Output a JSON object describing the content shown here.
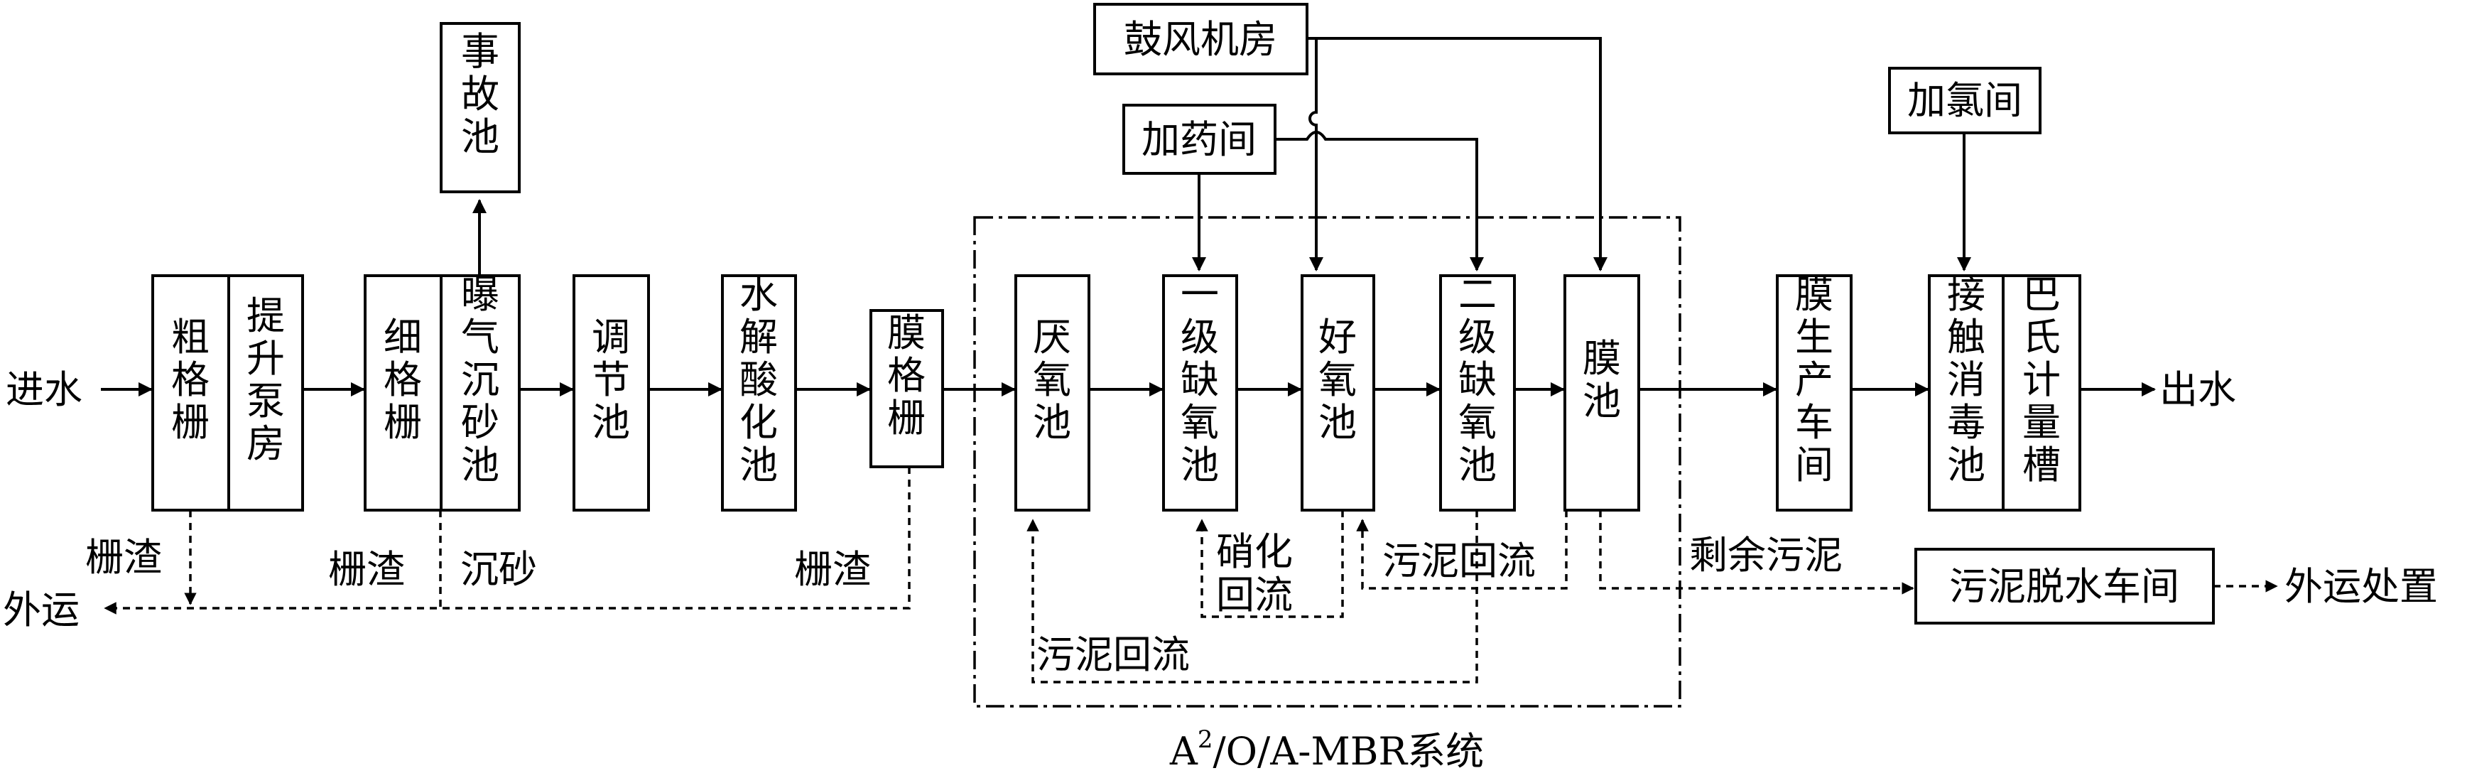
{
  "labels": {
    "inlet": "进水",
    "outlet": "出水",
    "screening_label_1": "栅渣",
    "screening_label_2": "栅渣",
    "grit_label": "沉砂",
    "screening_label_3": "栅渣",
    "haul_away": "外运",
    "nitrification_recycle": "硝化回流",
    "sludge_recycle_1": "污泥回流",
    "sludge_recycle_2": "污泥回流",
    "excess_sludge": "剩余污泥",
    "disposal": "外运处置",
    "system_prefix": "A",
    "system_sup": "2",
    "system_suffix": "/O/A-MBR系统"
  },
  "units": {
    "coarse_screen": "粗格栅",
    "lift_pump": "提升泵房",
    "fine_screen": "细格栅",
    "grit_chamber": "曝气沉砂池",
    "accident_tank": "事故池",
    "equalization": "调节池",
    "hydrolysis": "水解酸化池",
    "membrane_screen": "膜格栅",
    "anaerobic": "厌氧池",
    "anoxic_1": "一级缺氧池",
    "aerobic": "好氧池",
    "anoxic_2": "二级缺氧池",
    "membrane_tank": "膜池",
    "membrane_workshop": "膜生产车间",
    "contact_disinfection": "接触消毒池",
    "parshall_flume": "巴氏计量槽",
    "blower_room": "鼓风机房",
    "dosing_room": "加药间",
    "chlorination_room": "加氯间",
    "dewatering": "污泥脱水车间"
  }
}
